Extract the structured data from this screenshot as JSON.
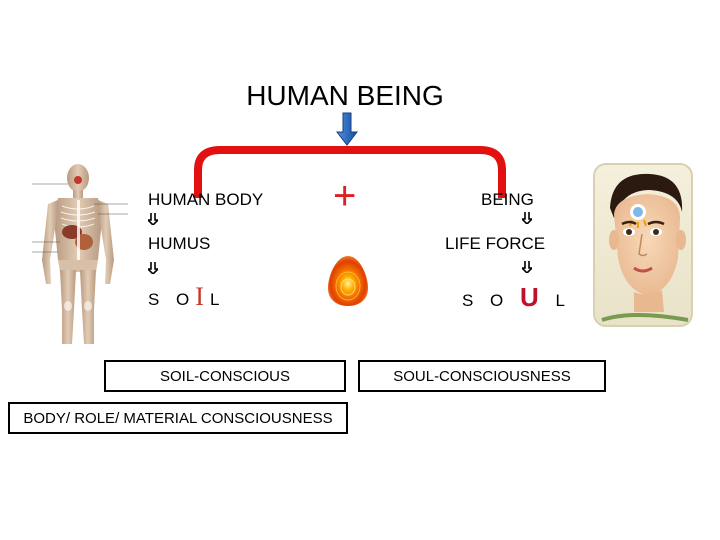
{
  "title": "HUMAN BEING",
  "left": {
    "items": [
      "HUMAN BODY",
      "HUMUS"
    ],
    "word_pre": "S O",
    "word_highlight": "I",
    "word_post": "L"
  },
  "right": {
    "items": [
      "BEING",
      "LIFE FORCE"
    ],
    "word_pre": "S O",
    "word_highlight": "U",
    "word_post": "L"
  },
  "plus_sign": "+",
  "boxes": {
    "soil": "SOIL-CONSCIOUS",
    "soul": "SOUL-CONSCIOUSNESS",
    "material": "BODY/ ROLE/ MATERIAL CONSCIOUSNESS"
  },
  "icons": {
    "down_arrow": "arrow-down-icon",
    "body_figure": "human-anatomy-figure",
    "soul_egg": "glowing-egg",
    "face": "soul-face-illustration"
  },
  "colors": {
    "bracket": "#e21010",
    "arrow": "#2e6fc2",
    "plus": "#e02020",
    "highlight": "#c0102a"
  }
}
